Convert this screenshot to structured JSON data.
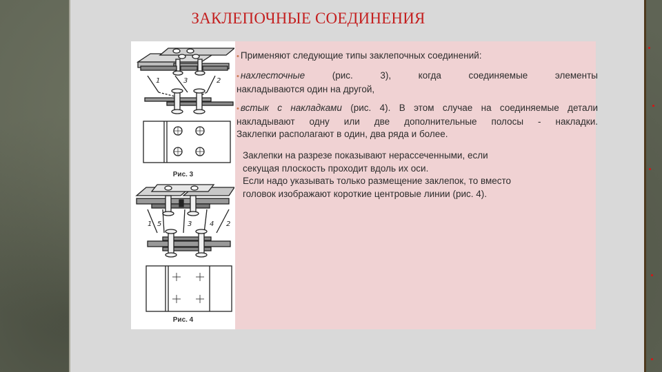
{
  "slide": {
    "title": "ЗАКЛЕПОЧНЫЕ СОЕДИНЕНИЯ"
  },
  "figures": [
    {
      "caption": "Рис. 3",
      "labels": [
        "1",
        "3",
        "2"
      ]
    },
    {
      "caption": "Рис. 4",
      "labels": [
        "1",
        "5",
        "3",
        "4",
        "2"
      ]
    }
  ],
  "bullets": {
    "b1": "Применяют следующие типы заклепочных соединений:",
    "b2_italic": "нахлесточные",
    "b2_rest_line1": " (рис. 3), когда соединяемые элементы",
    "b2_line2": "накладываются один на другой,",
    "b3_italic": "встык с накладками",
    "b3_rest_line1": " (рис. 4). В этом случае на соединяемые детали",
    "b3_line2": "накладывают одну или две дополнительные полосы - накладки.",
    "b3_line3": "Заклепки располагают в один, два ряда и более."
  },
  "notes": {
    "line1": "Заклепки на разрезе показывают нерассеченными, если",
    "line2": "секущая плоскость проходит вдоль их оси.",
    "line3": "Если надо указывать только размещение заклепок, то вместо",
    "line4": "головок изображают короткие центровые линии (рис. 4)."
  },
  "colors": {
    "title": "#c41f1f",
    "content_bg": "#f0d2d3",
    "bullet": "#c97a52",
    "slide_bg": "#d9d9d9"
  }
}
